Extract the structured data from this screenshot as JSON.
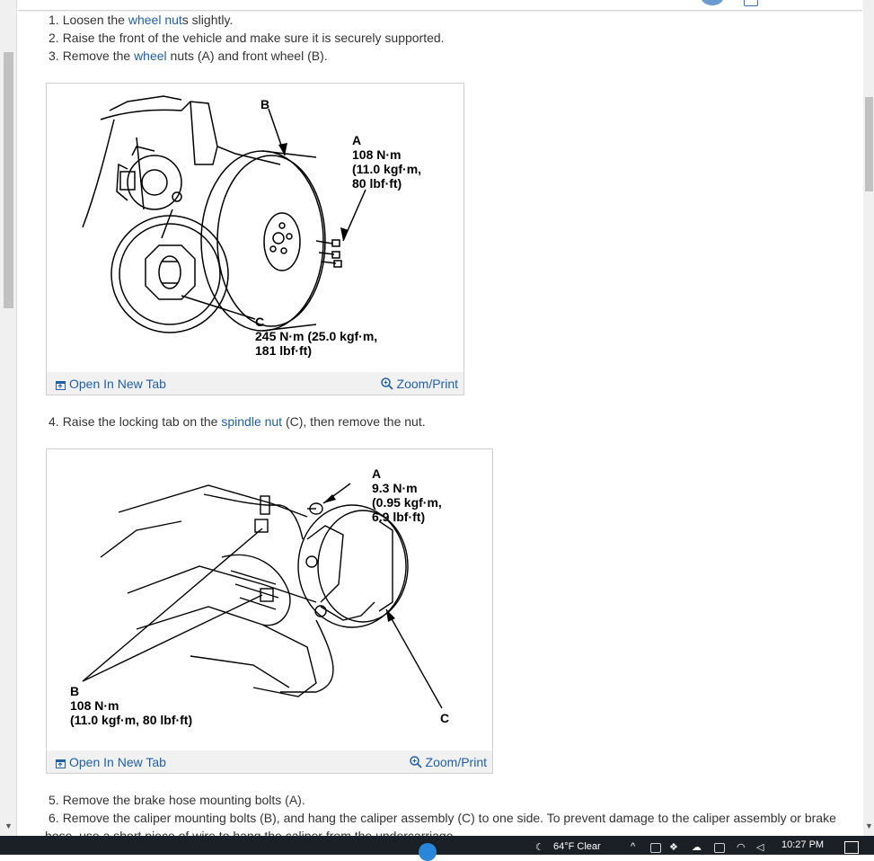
{
  "steps": [
    {
      "num": "1.",
      "pre": "Loosen the ",
      "link1": "wheel nut",
      "mid": "s slightly.",
      "link2": "",
      "post": ""
    },
    {
      "num": "2.",
      "pre": "Raise the front of the vehicle and make sure it is securely supported.",
      "link1": "",
      "mid": "",
      "link2": "",
      "post": ""
    },
    {
      "num": "3.",
      "pre": "Remove the ",
      "link1": "wheel",
      "mid": " nuts (A) and front wheel (B).",
      "link2": "",
      "post": ""
    },
    {
      "num": "4.",
      "pre": "Raise the locking tab on the ",
      "link1": "spindle nut",
      "mid": " (C), then remove the nut.",
      "link2": "",
      "post": ""
    },
    {
      "num": "5.",
      "pre": "Remove the brake hose mounting bolts (A).",
      "link1": "",
      "mid": "",
      "link2": "",
      "post": ""
    },
    {
      "num": "6.",
      "pre": "Remove the caliper mounting bolts (B), and hang the caliper assembly (C) to one side. To prevent damage to the caliper assembly or brake",
      "link1": "",
      "mid": "",
      "link2": "",
      "post": ""
    },
    {
      "num": "",
      "pre": "hose, use a short piece of wire to hang the caliper from the undercarriage.",
      "link1": "",
      "mid": "",
      "link2": "",
      "post": ""
    }
  ],
  "figure1": {
    "open_label": "Open In New Tab",
    "zoom_label": "Zoom/Print",
    "labels": {
      "b": "B",
      "a": "A",
      "a_l1": "108 N·m",
      "a_l2": "(11.0 kgf·m,",
      "a_l3": "80 lbf·ft)",
      "c": "C",
      "c_l1": "245 N·m (25.0 kgf·m,",
      "c_l2": "181 lbf·ft)"
    }
  },
  "figure2": {
    "open_label": "Open In New Tab",
    "zoom_label": "Zoom/Print",
    "labels": {
      "a": "A",
      "a_l1": "9.3 N·m",
      "a_l2": "(0.95 kgf·m,",
      "a_l3": "6.9 lbf·ft)",
      "b": "B",
      "b_l1": "108 N·m",
      "b_l2": "(11.0 kgf·m, 80 lbf·ft)",
      "c": "C"
    }
  },
  "taskbar": {
    "weather": "64°F  Clear",
    "clock": "10:27 PM"
  }
}
